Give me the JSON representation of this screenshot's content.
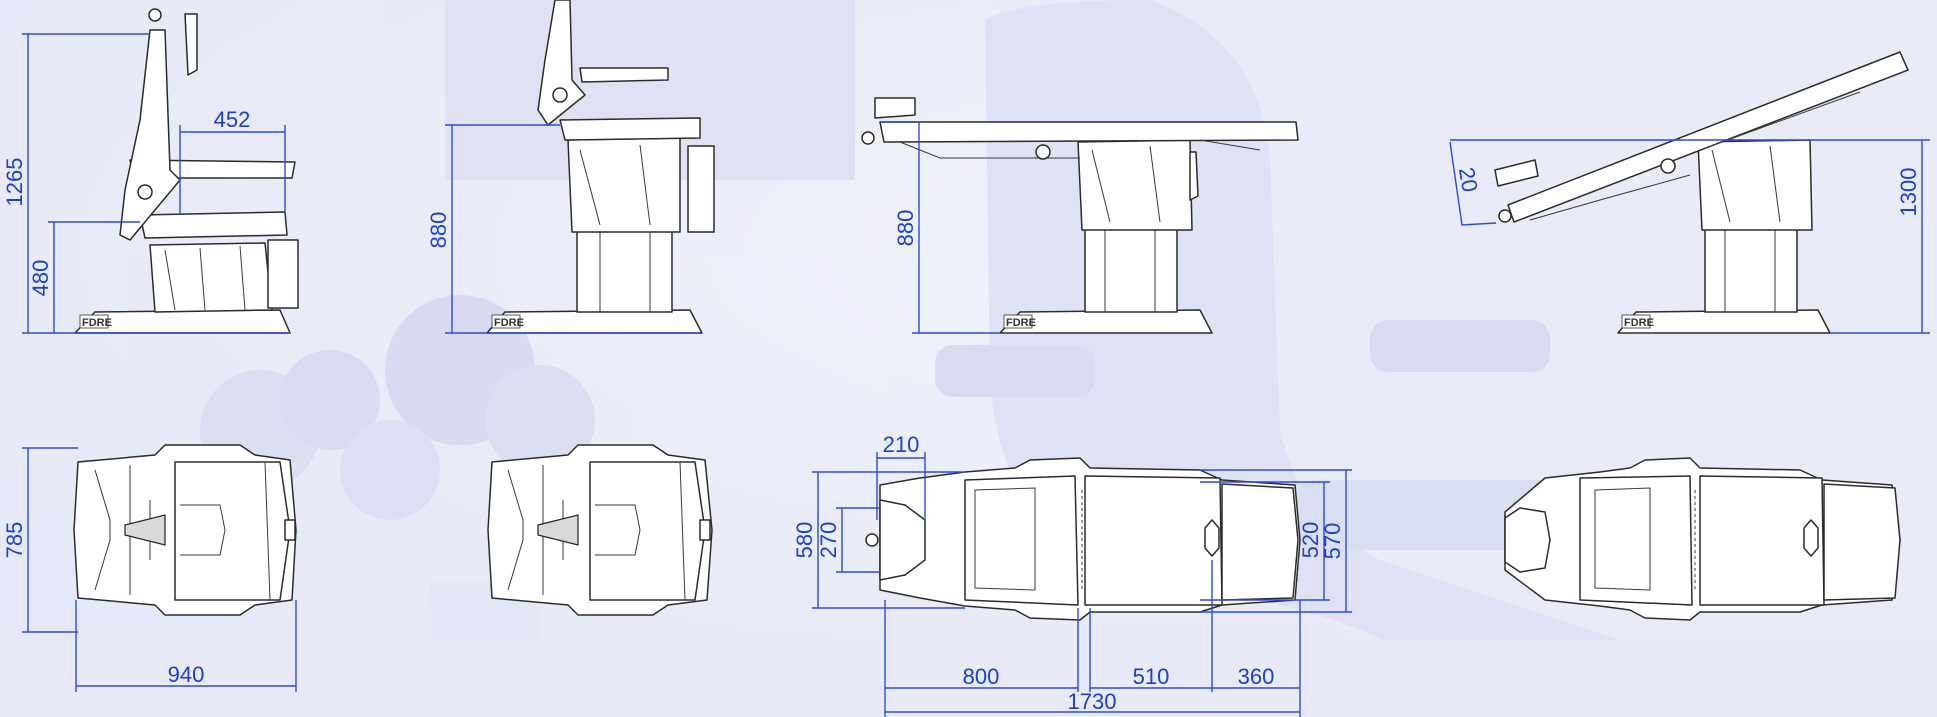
{
  "brand": {
    "logo_text": "FDRE"
  },
  "side_views": [
    {
      "id": "upright",
      "dims": {
        "total_height": "1265",
        "seat_depth": "452",
        "seat_height": "480"
      }
    },
    {
      "id": "raised",
      "dims": {
        "seat_height": "880"
      }
    },
    {
      "id": "flat",
      "dims": {
        "height": "880"
      }
    },
    {
      "id": "tilted",
      "dims": {
        "angle": "20",
        "height": "1300"
      }
    }
  ],
  "top_views": [
    {
      "id": "upright-top",
      "dims": {
        "width": "785",
        "length": "940"
      }
    },
    {
      "id": "upright-top-2",
      "dims": {}
    },
    {
      "id": "flat-top",
      "dims": {
        "headrest_length": "210",
        "headrest_width": "270",
        "head_width": "580",
        "seat_length": "800",
        "mid_length": "510",
        "leg_length": "360",
        "total_length": "1730",
        "seat_width": "520",
        "arm_width": "570"
      }
    },
    {
      "id": "tilted-top",
      "dims": {}
    }
  ],
  "colors": {
    "dimension": "#1a3fd6",
    "background": "#eceef9",
    "outline": "#2b2b2b"
  }
}
